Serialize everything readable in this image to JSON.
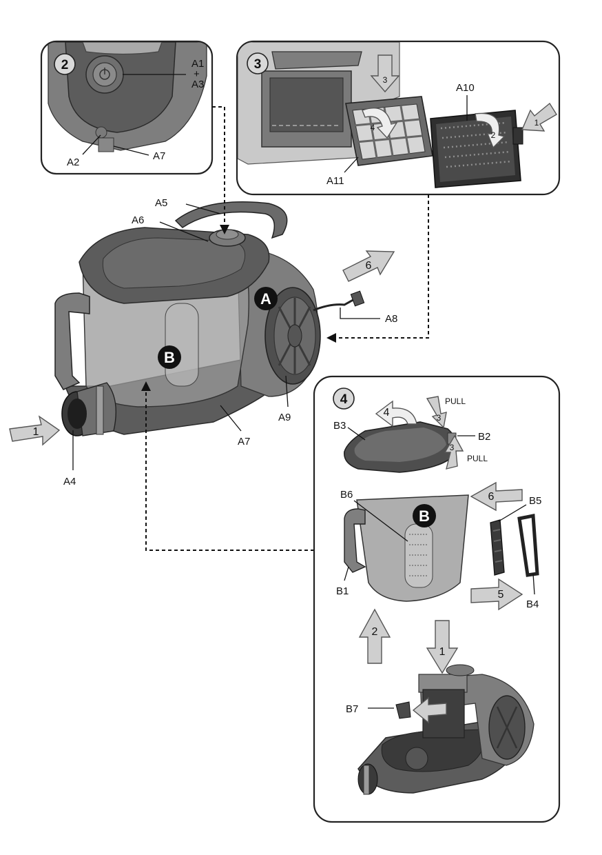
{
  "panels": {
    "p2": {
      "step": "2"
    },
    "p3": {
      "step": "3"
    },
    "p4": {
      "step": "4"
    }
  },
  "labels": {
    "A1": "A1",
    "plus": "+",
    "A3": "A3",
    "A2": "A2",
    "A7_top": "A7",
    "A10": "A10",
    "A11": "A11",
    "A5": "A5",
    "A6": "A6",
    "A8": "A8",
    "A9": "A9",
    "A7": "A7",
    "A4": "A4",
    "B3": "B3",
    "B2": "B2",
    "B6": "B6",
    "B5": "B5",
    "B4": "B4",
    "B1": "B1",
    "B7": "B7",
    "pull_top": "PULL",
    "pull_bottom": "PULL"
  },
  "badges": {
    "A": "A",
    "B_main": "B",
    "B_bin": "B"
  },
  "arrow_numbers": {
    "p3_1": "1",
    "p3_2": "2",
    "p3_3": "3",
    "p3_4": "4",
    "main_1": "1",
    "main_6": "6",
    "p4_4": "4",
    "p4_3a": "3",
    "p4_3b": "3",
    "p4_6": "6",
    "p4_5": "5",
    "p4_2": "2",
    "p4_1": "1"
  },
  "colors": {
    "arrow_fill": "#cfcfcf",
    "body_dark": "#5c5c5c",
    "badge_fill": "#111111"
  }
}
